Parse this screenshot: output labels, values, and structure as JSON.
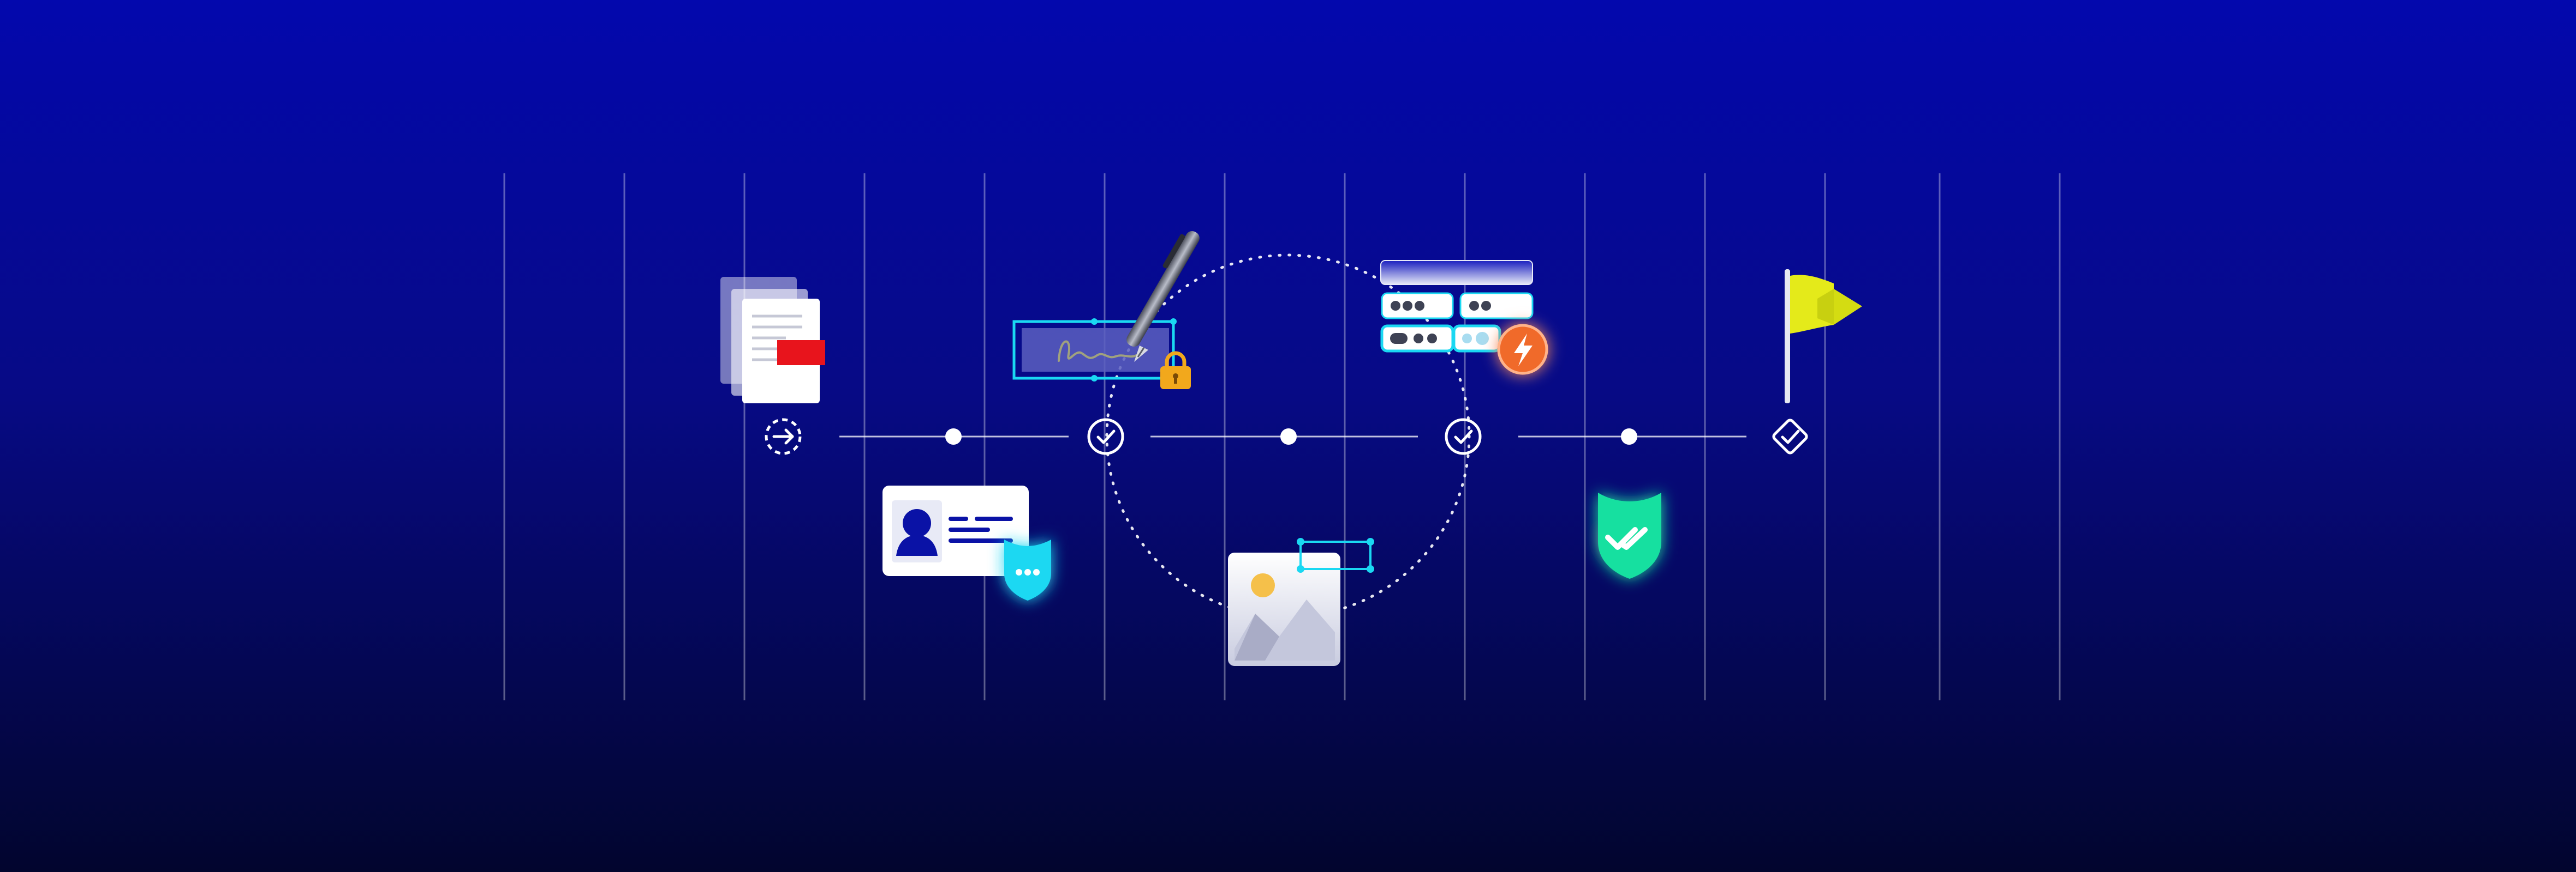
{
  "canvas": {
    "background_top": "#0308ad",
    "background_bottom": "#02052e"
  },
  "colors": {
    "accent_cyan": "#1ad8f2",
    "accent_red": "#e8141c",
    "accent_orange": "#f06a2b",
    "accent_green": "#17e0a0",
    "accent_yellow": "#e4ea1a",
    "lock_gold": "#f2a81c",
    "timeline_white": "#ffffff",
    "id_card_blue": "#0a12a6"
  },
  "timeline": {
    "step_count": 4,
    "steps": [
      {
        "name": "start",
        "icon": "dashed-arrow-circle-icon"
      },
      {
        "name": "checkpoint-1",
        "icon": "check-circle-icon"
      },
      {
        "name": "checkpoint-2",
        "icon": "check-circle-icon"
      },
      {
        "name": "finish",
        "icon": "diamond-check-icon"
      }
    ],
    "connector_dots": 3
  },
  "icons": {
    "documents": "document-stack-icon",
    "signature": "signature-box-icon",
    "pen": "fountain-pen-icon",
    "lock": "padlock-icon",
    "form": "form-fields-icon",
    "lightning": "lightning-badge-icon",
    "flag": "flag-icon",
    "id_card": "id-card-icon",
    "chat_shield": "chat-shield-icon",
    "photo": "photo-crop-icon",
    "verified_shield": "verified-shield-icon"
  }
}
